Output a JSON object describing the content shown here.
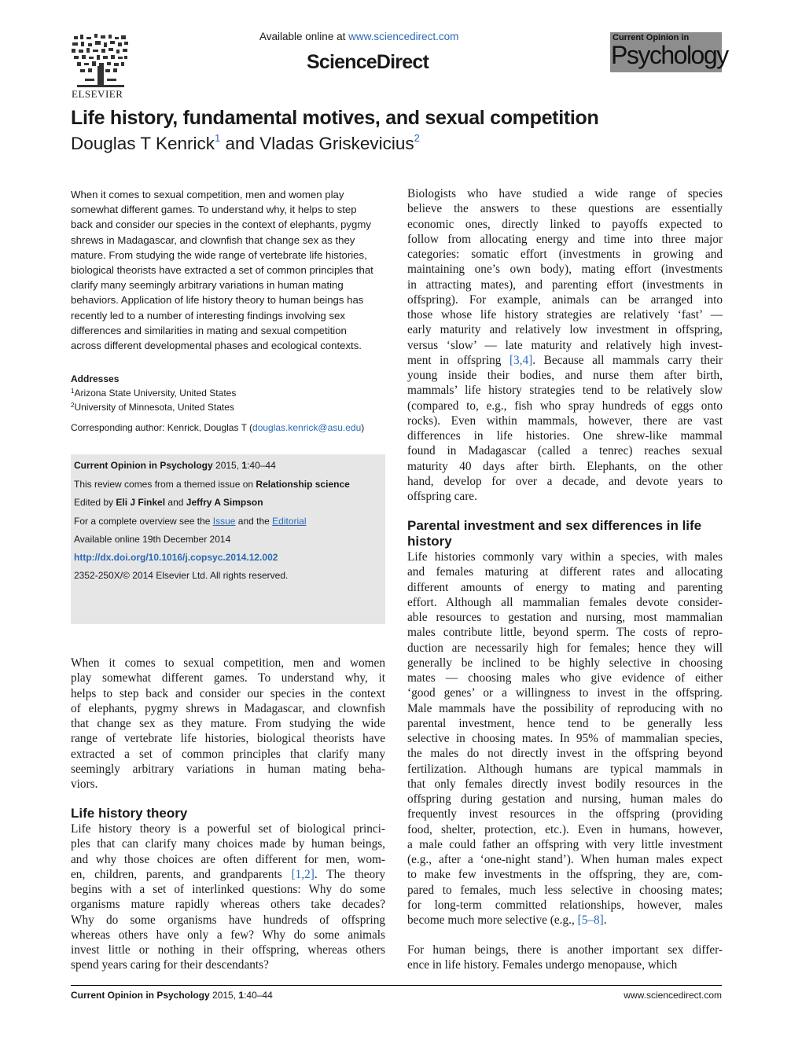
{
  "header": {
    "publisher_name": "ELSEVIER",
    "available_prefix": "Available online at ",
    "available_url": "www.sciencedirect.com",
    "brand": "ScienceDirect",
    "journal_logo_top": "Current Opinion in",
    "journal_logo_main": "Psychology"
  },
  "article": {
    "title": "Life history, fundamental motives, and sexual competition",
    "author1": "Douglas T Kenrick",
    "author1_sup": "1",
    "and": " and ",
    "author2": "Vladas Griskevicius",
    "author2_sup": "2"
  },
  "abstract": {
    "text": "When it comes to sexual competition, men and women play somewhat different games. To understand why, it helps to step back and consider our species in the context of elephants, pygmy shrews in Madagascar, and clownfish that change sex as they mature. From studying the wide range of vertebrate life histories, biological theorists have extracted a set of common principles that clarify many seemingly arbitrary variations in human mating behaviors. Application of life history theory to human beings has recently led to a number of interesting findings involving sex differences and similarities in mating and sexual competition across different developmental phases and ecological contexts."
  },
  "addresses": {
    "heading": "Addresses",
    "a1_num": "1",
    "a1": "Arizona State University, United States",
    "a2_num": "2",
    "a2": "University of Minnesota, United States"
  },
  "corresponding": {
    "prefix": "Corresponding author: Kenrick, Douglas T (",
    "email": "douglas.kenrick@asu.edu",
    "suffix": ")"
  },
  "infobox": {
    "journal": "Current Opinion in Psychology",
    "citation": " 2015, ",
    "volume": "1",
    "pages": ":40–44",
    "themed_prefix": "This review comes from a themed issue on ",
    "theme": "Relationship science",
    "edited_prefix": "Edited by ",
    "editor1": "Eli J Finkel",
    "editor_and": " and ",
    "editor2": "Jeffry A Simpson",
    "overview_prefix": "For a complete overview see the ",
    "issue_link": "Issue",
    "overview_and": " and the ",
    "editorial_link": "Editorial",
    "available": "Available online 19th December 2014",
    "doi": "http://dx.doi.org/10.1016/j.copsyc.2014.12.002",
    "copyright": "2352-250X/© 2014 Elsevier Ltd. All rights reserved."
  },
  "body_left": {
    "intro": [
      "When it comes to sexual competition, men and women",
      "play somewhat different games. To understand why, it",
      "helps to step back and consider our species in the context",
      "of elephants, pygmy shrews in Madagascar, and clownfish",
      "that change sex as they mature. From studying the wide",
      "range of vertebrate life histories, biological theorists have",
      "extracted a set of common principles that clarify many",
      "seemingly arbitrary variations in human mating beha-",
      "viors."
    ],
    "section_heading": "Life history theory",
    "section": [
      "Life history theory is a powerful set of biological princi-",
      "ples that can clarify many choices made by human beings,",
      "and why those choices are often different for men, wom-",
      "en, children, parents, and grandparents [1,2]. The theory",
      "begins with a set of interlinked questions: Why do some",
      "organisms mature rapidly whereas others take decades?",
      "Why do some organisms have hundreds of offspring",
      "whereas others have only a few? Why do some animals",
      "invest little or nothing in their offspring, whereas others",
      "spend years caring for their descendants?"
    ]
  },
  "body_right": {
    "para1": [
      "Biologists who have studied a wide range of species",
      "believe the answers to these questions are essentially",
      "economic ones, directly linked to payoffs expected to",
      "follow from allocating energy and time into three major",
      "categories: somatic effort (investments in growing and",
      "maintaining one’s own body), mating effort (investments",
      "in attracting mates), and parenting effort (investments in",
      "offspring). For example, animals can be arranged into",
      "those whose life history strategies are relatively ‘fast’ —",
      "early maturity and relatively low investment in offspring,",
      "versus ‘slow’ — late maturity and relatively high invest-",
      "ment in offspring [3,4]. Because all mammals carry their",
      "young inside their bodies, and nurse them after birth,",
      "mammals’ life history strategies tend to be relatively slow",
      "(compared to, e.g., fish who spray hundreds of eggs onto",
      "rocks). Even within mammals, however, there are vast",
      "differences in life histories. One shrew-like mammal",
      "found in Madagascar (called a tenrec) reaches sexual",
      "maturity 40 days after birth. Elephants, on the other",
      "hand, develop for over a decade, and devote years to",
      "offspring care."
    ],
    "heading_line1": "Parental investment and sex differences in life",
    "heading_line2": "history",
    "para2": [
      "Life histories commonly vary within a species, with males",
      "and females maturing at different rates and allocating",
      "different amounts of energy to mating and parenting",
      "effort. Although all mammalian females devote consider-",
      "able resources to gestation and nursing, most mammalian",
      "males contribute little, beyond sperm. The costs of repro-",
      "duction are necessarily high for females; hence they will",
      "generally be inclined to be highly selective in choosing",
      "mates — choosing males who give evidence of either",
      "‘good genes’ or a willingness to invest in the offspring.",
      "Male mammals have the possibility of reproducing with no",
      "parental investment, hence tend to be generally less",
      "selective in choosing mates. In 95% of mammalian species,",
      "the males do not directly invest in the offspring beyond",
      "fertilization. Although humans are typical mammals in",
      "that only females directly invest bodily resources in the",
      "offspring during gestation and nursing, human males do",
      "frequently invest resources in the offspring (providing",
      "food, shelter, protection, etc.). Even in humans, however,",
      "a male could father an offspring with very little investment",
      "(e.g., after a ‘one-night stand’). When human males expect",
      "to make few investments in the offspring, they are, com-",
      "pared to females, much less selective in choosing mates;",
      "for long-term committed relationships, however, males",
      "become much more selective (e.g., [5–8]."
    ],
    "para3": [
      "For human beings, there is another important sex differ-",
      "ence in life history. Females undergo menopause, which"
    ]
  },
  "footer": {
    "journal": "Current Opinion in Psychology",
    "year": " 2015, ",
    "volume": "1",
    "pages": ":40–44",
    "url": "www.sciencedirect.com"
  },
  "colors": {
    "link": "#2a6ab5",
    "infobox_bg": "#e6e6e6",
    "logo_bg": "#8d8d8d"
  }
}
